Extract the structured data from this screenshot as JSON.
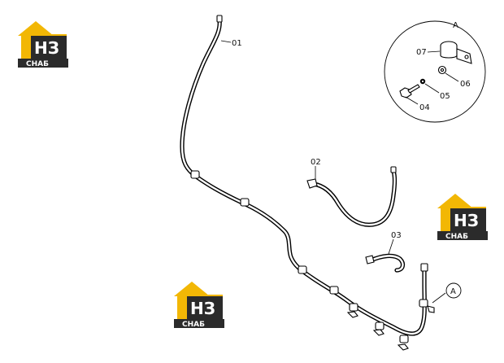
{
  "diagram": {
    "callouts": {
      "p01": "01",
      "p02": "02",
      "p03": "03",
      "p04": "04",
      "p05": "05",
      "p06": "06",
      "p07": "07"
    },
    "detail_label": "A",
    "detail_marker_label": "A"
  },
  "watermark": {
    "brand_letters": "НЗ",
    "brand_caption": "СНАБ",
    "colors": {
      "accent": "#f2b705",
      "dark": "#2b2b2b"
    }
  }
}
